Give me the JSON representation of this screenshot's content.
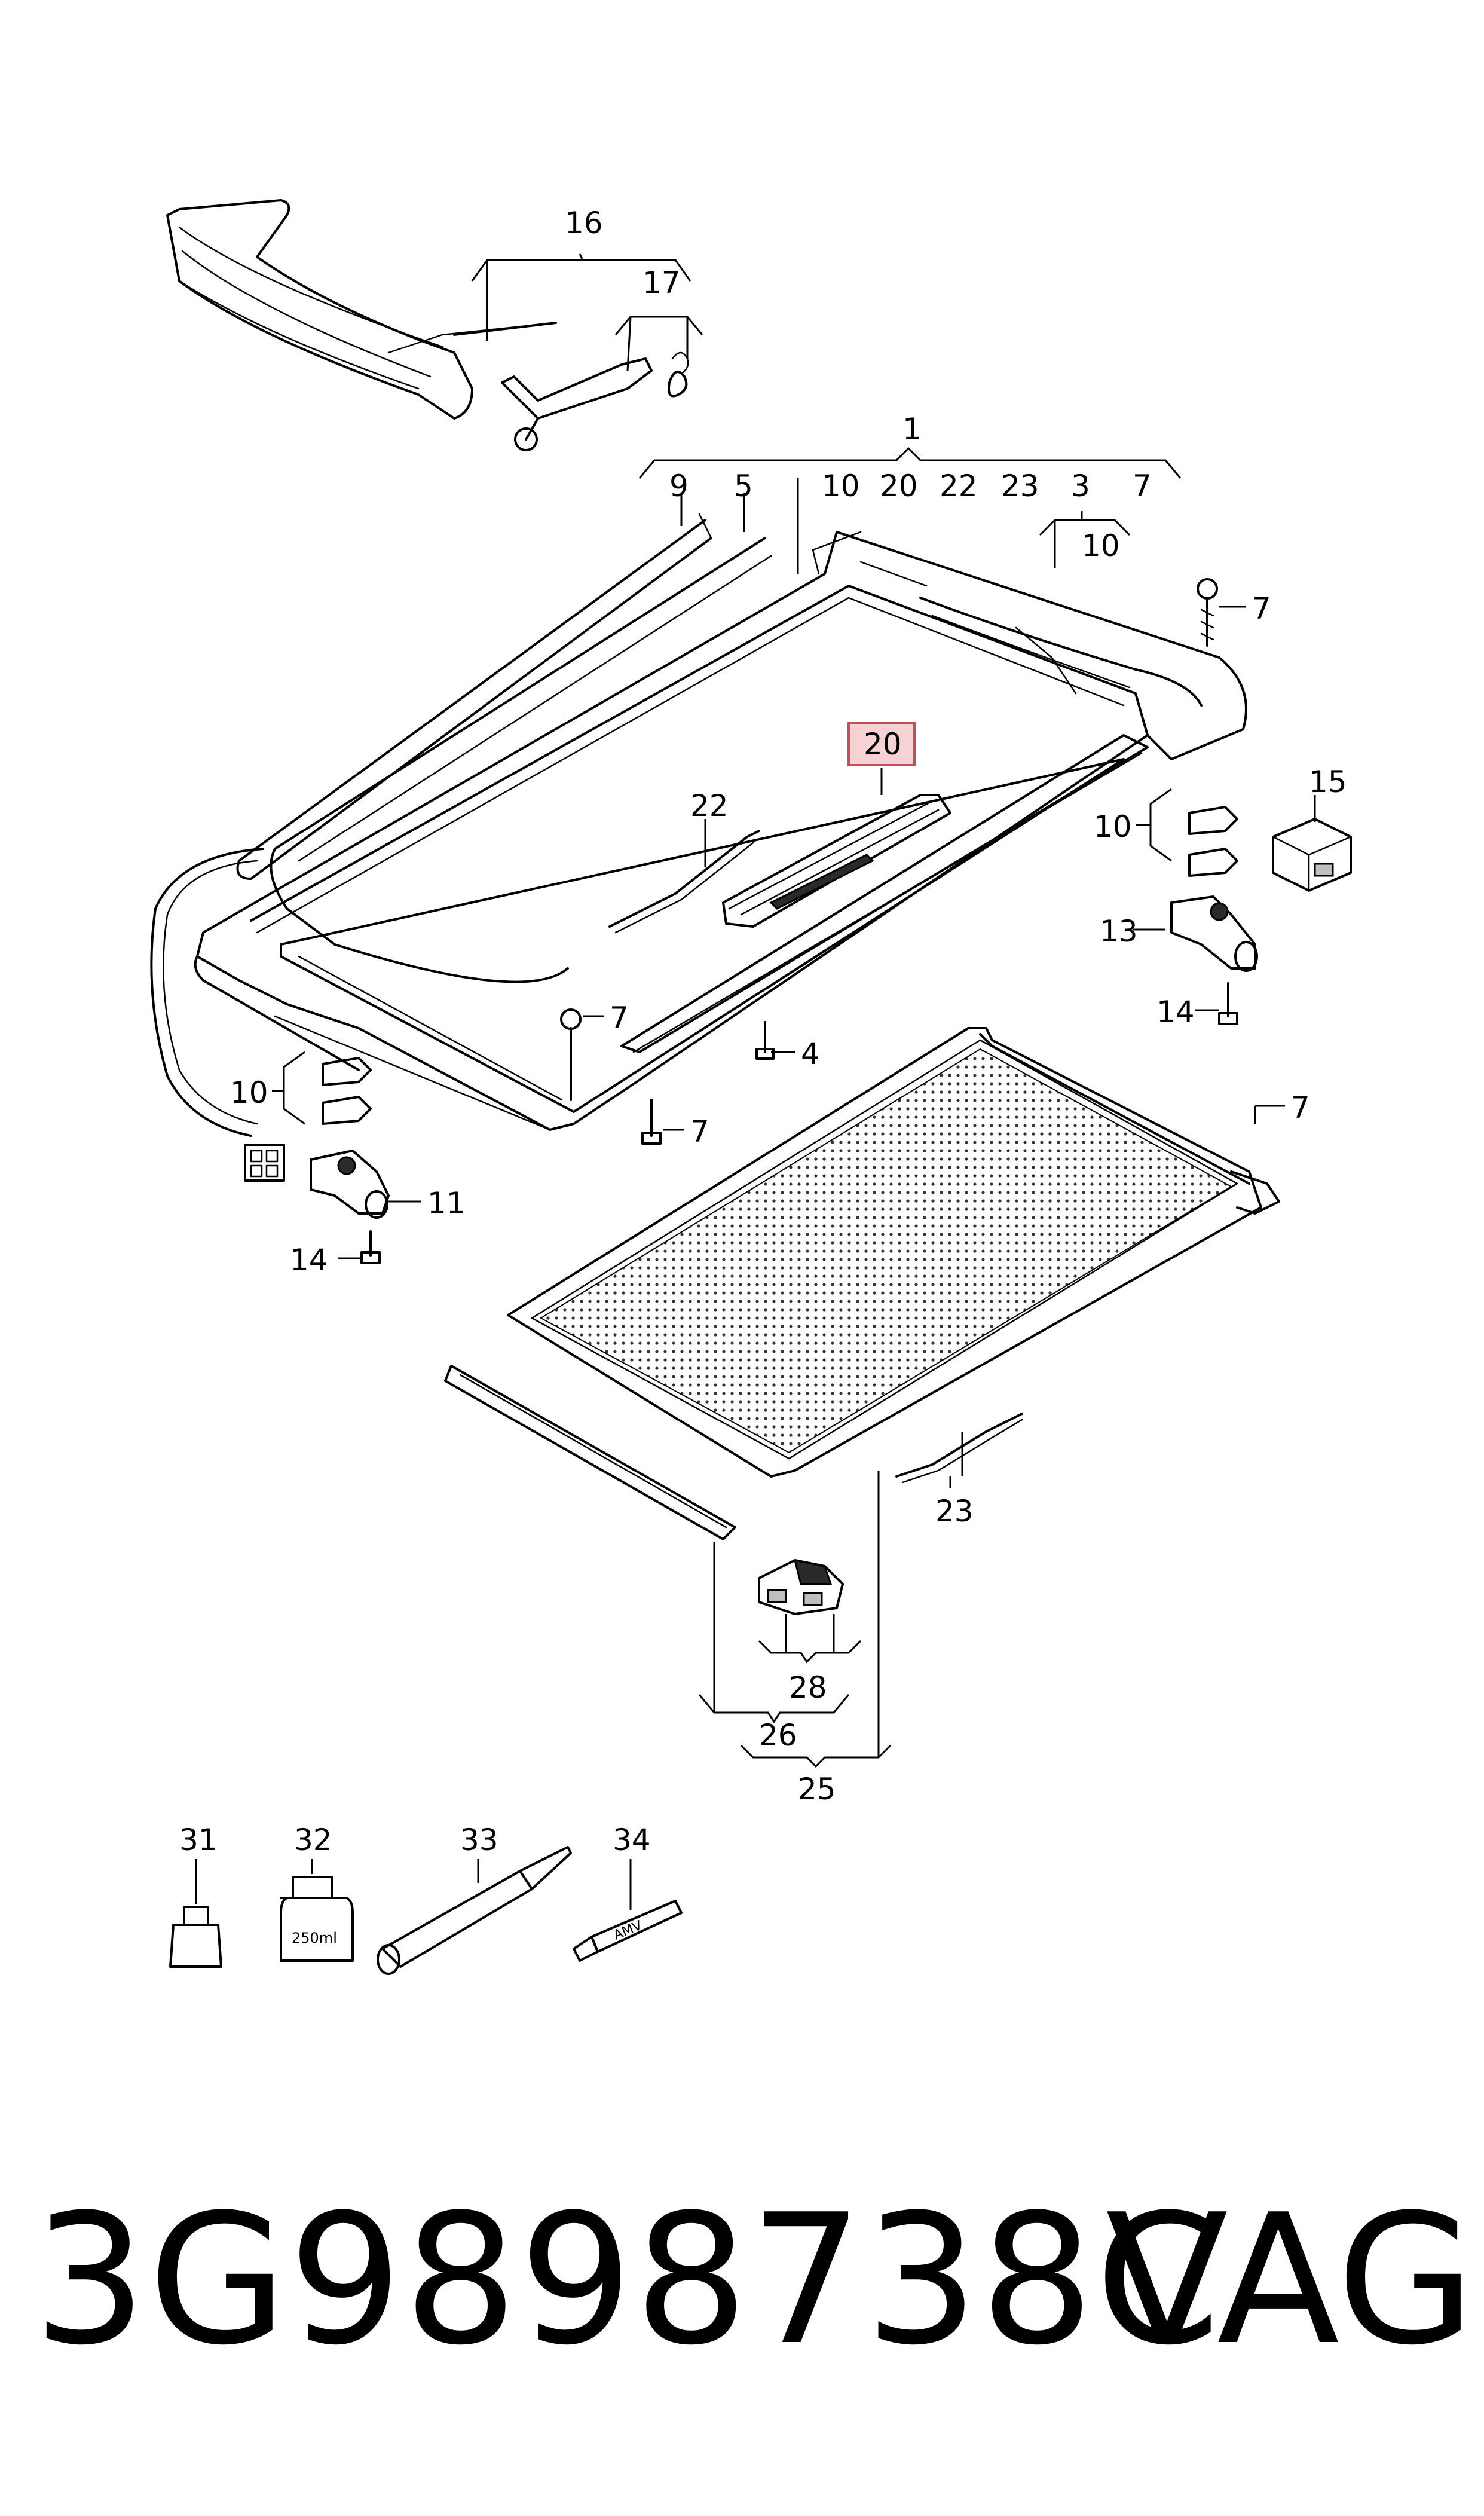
{
  "callouts": {
    "c1": "1",
    "c3": "3",
    "c4": "4",
    "c5": "5",
    "c7": "7",
    "c9": "9",
    "c10": "10",
    "c11": "11",
    "c13": "13",
    "c14": "14",
    "c15": "15",
    "c16": "16",
    "c17": "17",
    "c20": "20",
    "c22": "22",
    "c23": "23",
    "c25": "25",
    "c26": "26",
    "c28": "28",
    "c31": "31",
    "c32": "32",
    "c33": "33",
    "c34": "34"
  },
  "labels": {
    "jar_volume": "250ml",
    "tube_text": "AMV"
  },
  "footer": {
    "part_number": "3G9898738C",
    "brand": "VAG"
  },
  "colors": {
    "highlight_fill": "#f6d2d4",
    "highlight_stroke": "#c0505a"
  }
}
